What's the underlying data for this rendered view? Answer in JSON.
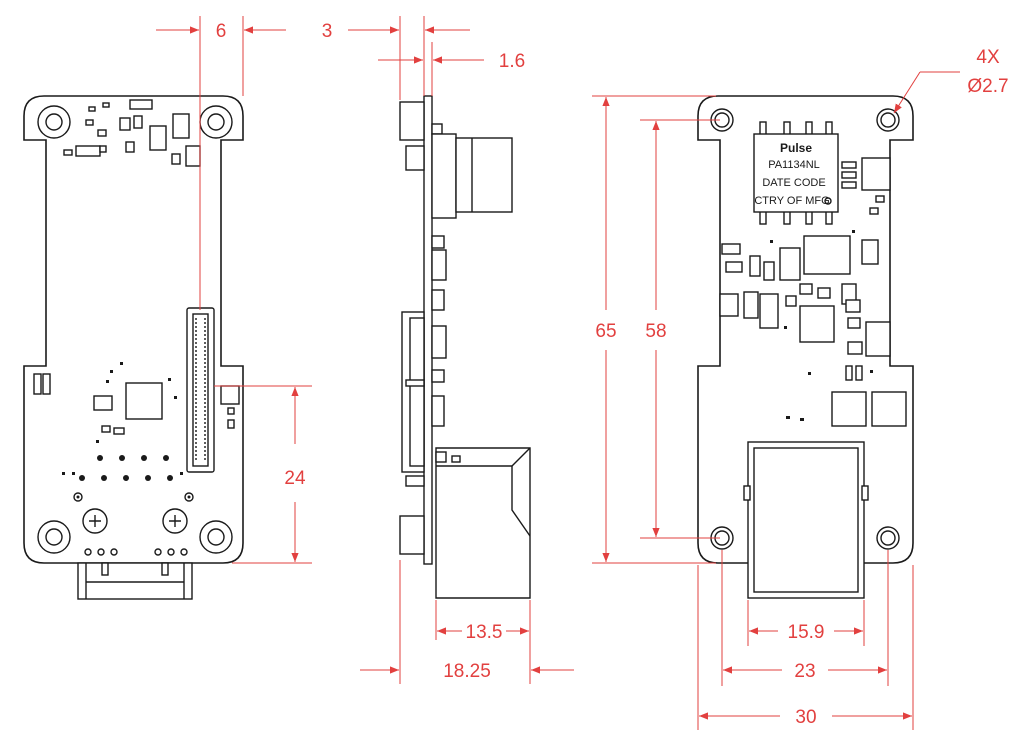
{
  "dimensions": {
    "left_width": "6",
    "left_height": "24",
    "side_top_a": "3",
    "side_top_b": "1.6",
    "side_jack": "13.5",
    "side_total": "18.25",
    "front_height_outer": "65",
    "front_height_inner": "58",
    "front_jack_width": "15.9",
    "front_hole_spacing": "23",
    "front_width": "30",
    "holes_count": "4X",
    "holes_dia": "Ø2.7"
  },
  "chip": {
    "brand": "Pulse",
    "part": "PA1134NL",
    "line2": "DATE CODE",
    "line3": "CTRY OF MFG"
  },
  "colors": {
    "dimension": "#e2403f",
    "outline": "#1a1a1a"
  }
}
